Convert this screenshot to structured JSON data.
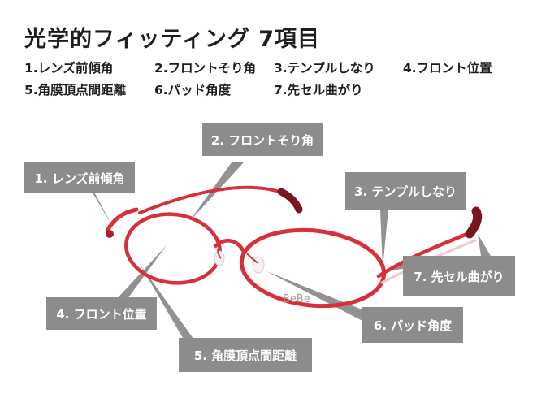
{
  "title": "光学的フィッティング 7項目",
  "items": [
    "1.レンズ前傾角",
    "2.フロントそり角",
    "3.テンプルしなり",
    "4.フロント位置",
    "5.角膜頂点間距離",
    "6.パッド角度",
    "7.先セル曲がり"
  ],
  "callouts": [
    "1. レンズ前傾角",
    "2. フロントそり角",
    "3. テンプルしなり",
    "4. フロント位置",
    "5. 角膜頂点間距離",
    "6. パッド角度",
    "7. 先セル曲がり"
  ],
  "brand_mark": "BeBe",
  "colors": {
    "frame": "#d8303a",
    "frame_dark": "#a8222c",
    "temple_tip": "#7a1420",
    "callout_bg": "#8c8c8c",
    "callout_text": "#ffffff",
    "text": "#1e1e1e"
  }
}
